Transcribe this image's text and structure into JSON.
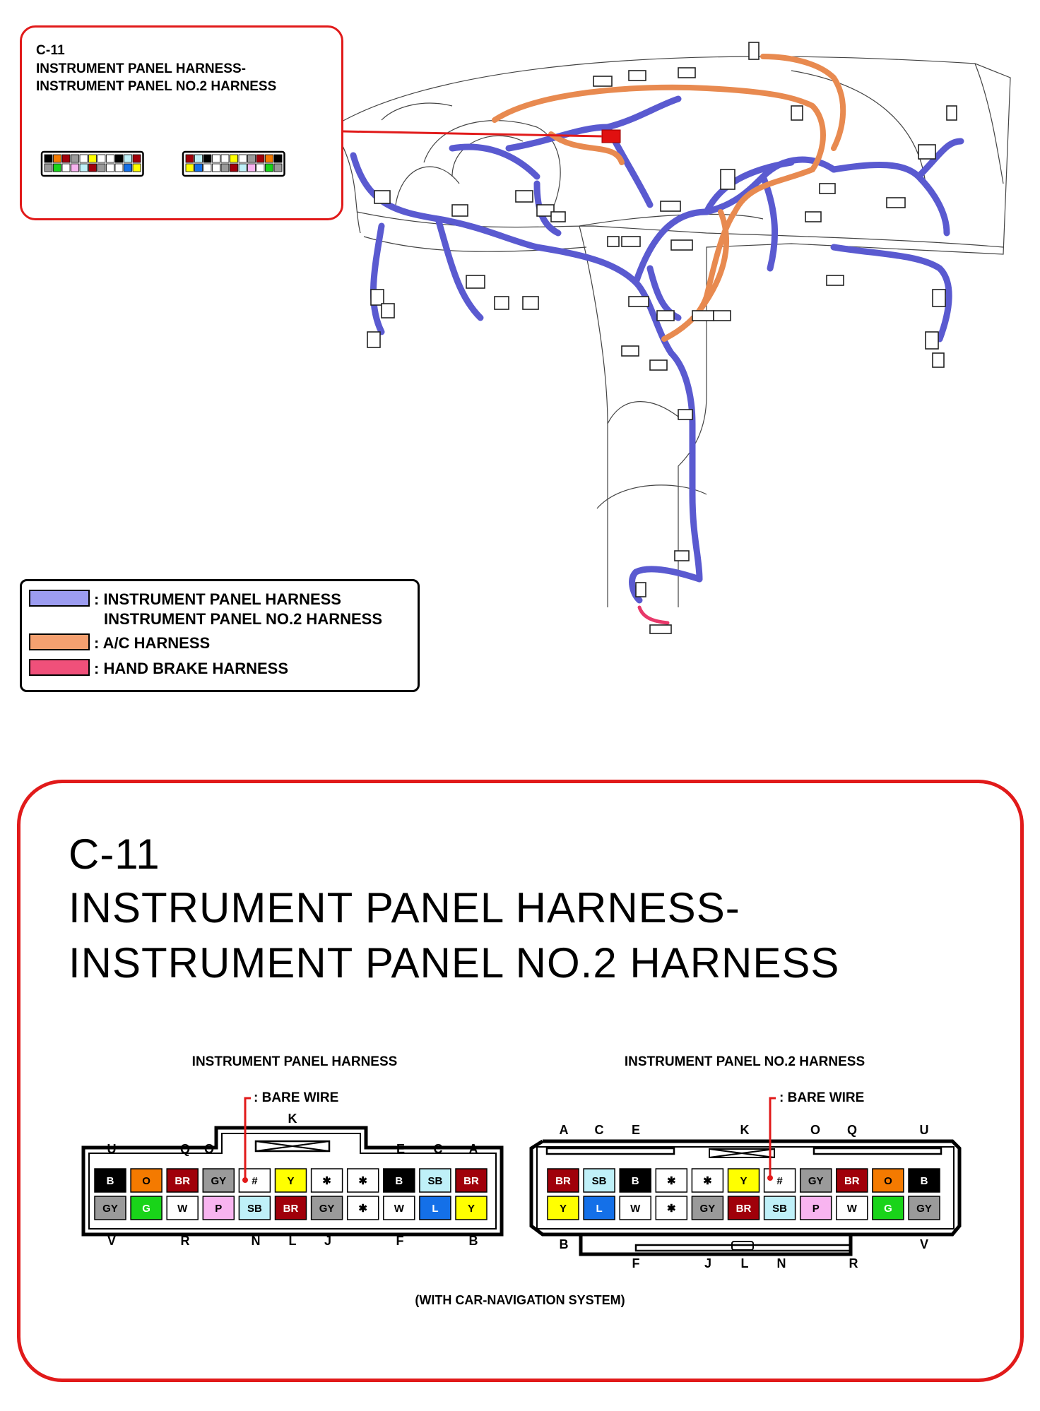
{
  "inset": {
    "code": "C-11",
    "title_line1": "INSTRUMENT PANEL HARNESS-",
    "title_line2": "INSTRUMENT PANEL NO.2 HARNESS"
  },
  "legend": {
    "items": [
      {
        "color": "#9c9cf0",
        "line1": ": INSTRUMENT PANEL HARNESS",
        "line2": "INSTRUMENT PANEL NO.2 HARNESS"
      },
      {
        "color": "#f4a070",
        "line1": ": A/C HARNESS",
        "line2": ""
      },
      {
        "color": "#f0507a",
        "line1": ": HAND BRAKE HARNESS",
        "line2": ""
      }
    ]
  },
  "detail": {
    "code": "C-11",
    "title_line1": "INSTRUMENT PANEL HARNESS-",
    "title_line2": "INSTRUMENT PANEL NO.2 HARNESS",
    "footnote": "(WITH CAR-NAVIGATION SYSTEM)"
  },
  "connector_left": {
    "name": "INSTRUMENT PANEL HARNESS",
    "bare_wire": ": BARE WIRE",
    "top_letters": [
      "U",
      "Q",
      "O",
      "K",
      "E",
      "C",
      "A"
    ],
    "bottom_letters": [
      "V",
      "R",
      "N",
      "L",
      "J",
      "F",
      "B"
    ],
    "row1": [
      "B",
      "O",
      "BR",
      "GY",
      "#",
      "Y",
      "✱",
      "✱",
      "B",
      "SB",
      "BR"
    ],
    "row2": [
      "GY",
      "G",
      "W",
      "P",
      "SB",
      "BR",
      "GY",
      "✱",
      "W",
      "L",
      "Y"
    ]
  },
  "connector_right": {
    "name": "INSTRUMENT PANEL NO.2 HARNESS",
    "bare_wire": ": BARE WIRE",
    "top_letters": [
      "A",
      "C",
      "E",
      "K",
      "O",
      "Q",
      "U"
    ],
    "bottom_letters": [
      "B",
      "F",
      "J",
      "L",
      "N",
      "R",
      "V"
    ],
    "row1": [
      "BR",
      "SB",
      "B",
      "✱",
      "✱",
      "Y",
      "#",
      "GY",
      "BR",
      "O",
      "B"
    ],
    "row2": [
      "Y",
      "L",
      "W",
      "✱",
      "GY",
      "BR",
      "SB",
      "P",
      "W",
      "G",
      "GY"
    ]
  },
  "wire_colors": {
    "B": "#000000",
    "O": "#f47a00",
    "BR": "#a0000a",
    "GY": "#9a9a9a",
    "Y": "#ffff00",
    "SB": "#bff0f8",
    "G": "#19d419",
    "W": "#ffffff",
    "P": "#f8b4f0",
    "L": "#1470e8",
    "#": "#ffffff",
    "✱": "#ffffff"
  }
}
